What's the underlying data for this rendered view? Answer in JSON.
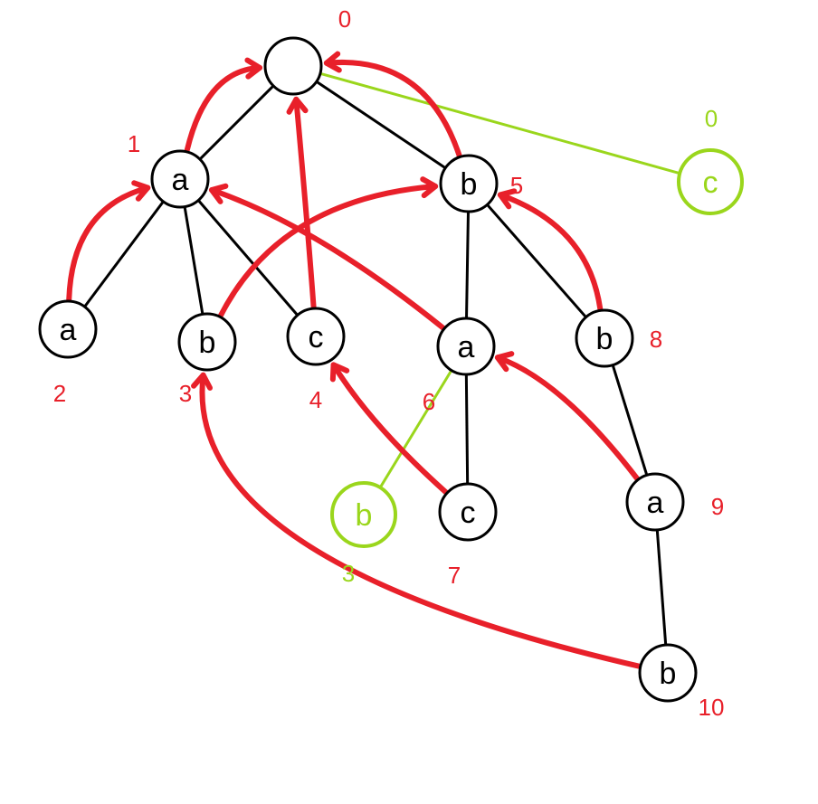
{
  "colors": {
    "node_stroke": "#000000",
    "tree_edge": "#000000",
    "fail_link": "#e8202a",
    "index_red": "#e8202a",
    "aux_green": "#9ad61c"
  },
  "nodes": [
    {
      "id": "root",
      "letter": "",
      "index": "0"
    },
    {
      "id": "n1",
      "letter": "a",
      "index": "1"
    },
    {
      "id": "n2",
      "letter": "a",
      "index": "2"
    },
    {
      "id": "n3",
      "letter": "b",
      "index": "3"
    },
    {
      "id": "n4",
      "letter": "c",
      "index": "4"
    },
    {
      "id": "n5",
      "letter": "b",
      "index": "5"
    },
    {
      "id": "n6",
      "letter": "a",
      "index": "6"
    },
    {
      "id": "n7",
      "letter": "c",
      "index": "7"
    },
    {
      "id": "n8",
      "letter": "b",
      "index": "8"
    },
    {
      "id": "n9",
      "letter": "a",
      "index": "9"
    },
    {
      "id": "n10",
      "letter": "b",
      "index": "10"
    }
  ],
  "aux_nodes": [
    {
      "id": "gc",
      "letter": "c",
      "index": "0"
    },
    {
      "id": "gb",
      "letter": "b",
      "index": "3"
    }
  ],
  "tree_edges": [
    [
      "root",
      "n1"
    ],
    [
      "root",
      "n5"
    ],
    [
      "n1",
      "n2"
    ],
    [
      "n1",
      "n3"
    ],
    [
      "n1",
      "n4"
    ],
    [
      "n5",
      "n6"
    ],
    [
      "n5",
      "n8"
    ],
    [
      "n6",
      "n7"
    ],
    [
      "n8",
      "n9"
    ],
    [
      "n9",
      "n10"
    ]
  ],
  "aux_edges": [
    [
      "root",
      "gc"
    ],
    [
      "n6",
      "gb"
    ]
  ],
  "fail_links": [
    {
      "from": "n1",
      "to": "root"
    },
    {
      "from": "n5",
      "to": "root"
    },
    {
      "from": "n4",
      "to": "root"
    },
    {
      "from": "n2",
      "to": "n1"
    },
    {
      "from": "n6",
      "to": "n1"
    },
    {
      "from": "n3",
      "to": "n5"
    },
    {
      "from": "n8",
      "to": "n5"
    },
    {
      "from": "n7",
      "to": "n4"
    },
    {
      "from": "n9",
      "to": "n6"
    },
    {
      "from": "n10",
      "to": "n3"
    }
  ]
}
